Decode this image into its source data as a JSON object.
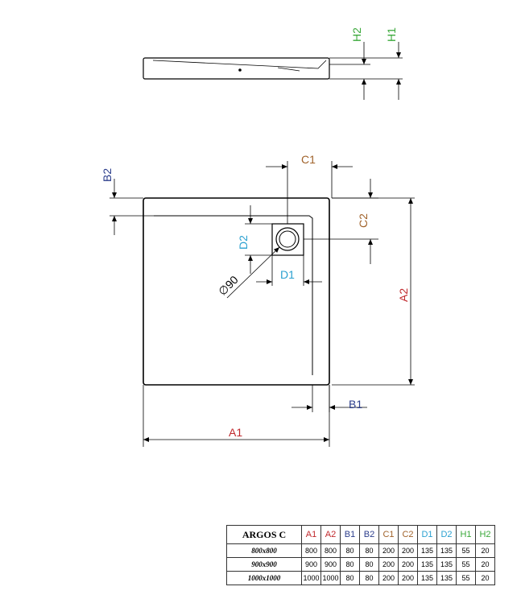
{
  "labels": {
    "A1": "A1",
    "A2": "A2",
    "B1": "B1",
    "B2": "B2",
    "C1": "C1",
    "C2": "C2",
    "D1": "D1",
    "D2": "D2",
    "H1": "H1",
    "H2": "H2",
    "diameter": "∅90"
  },
  "colors": {
    "A": "#c0282c",
    "B": "#2c3e8c",
    "C": "#a0622a",
    "D": "#2aa0d0",
    "H": "#3aa83a",
    "line": "#000000"
  },
  "table": {
    "model": "ARGOS C",
    "headers": [
      "A1",
      "A2",
      "B1",
      "B2",
      "C1",
      "C2",
      "D1",
      "D2",
      "H1",
      "H2"
    ],
    "header_colors": [
      "#c0282c",
      "#c0282c",
      "#2c3e8c",
      "#2c3e8c",
      "#a0622a",
      "#a0622a",
      "#2aa0d0",
      "#2aa0d0",
      "#3aa83a",
      "#3aa83a"
    ],
    "rows": [
      {
        "size": "800x800",
        "values": [
          "800",
          "800",
          "80",
          "80",
          "200",
          "200",
          "135",
          "135",
          "55",
          "20"
        ]
      },
      {
        "size": "900x900",
        "values": [
          "900",
          "900",
          "80",
          "80",
          "200",
          "200",
          "135",
          "135",
          "55",
          "20"
        ]
      },
      {
        "size": "1000x1000",
        "values": [
          "1000",
          "1000",
          "80",
          "80",
          "200",
          "200",
          "135",
          "135",
          "55",
          "20"
        ]
      }
    ]
  }
}
